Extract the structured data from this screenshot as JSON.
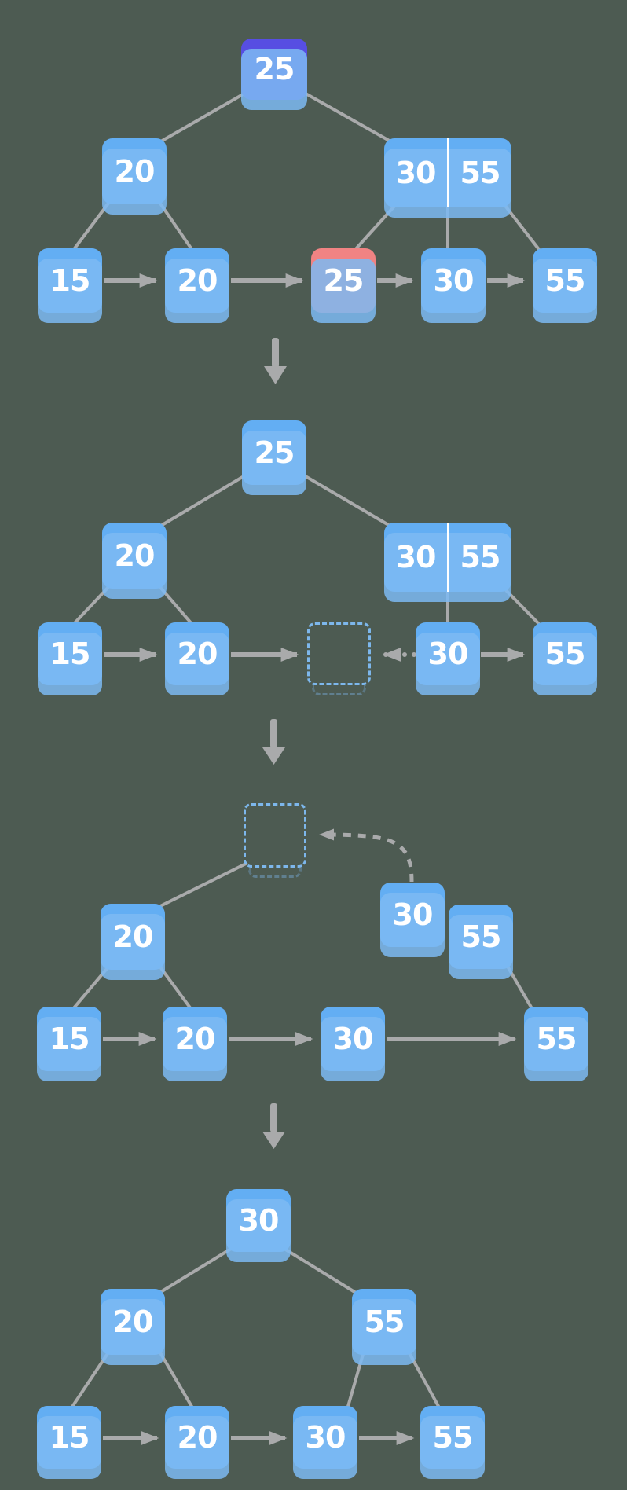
{
  "diagram": {
    "description": "B+ tree key deletion steps",
    "step_count": 4,
    "stages": [
      {
        "name": "step-1-key-to-delete-highlighted",
        "root": "25",
        "internal_left": "20",
        "internal_right": [
          "30",
          "55"
        ],
        "leaves": [
          "15",
          "20",
          "25",
          "30",
          "55"
        ],
        "highlighted_leaf": "25"
      },
      {
        "name": "step-2-leaf-removed",
        "root": "25",
        "internal_left": "20",
        "internal_right": [
          "30",
          "55"
        ],
        "leaves": [
          "15",
          "20",
          "30",
          "55"
        ]
      },
      {
        "name": "step-3-separator-moves-up",
        "internal_left": "20",
        "floating": [
          "30",
          "55"
        ],
        "leaves": [
          "15",
          "20",
          "30",
          "55"
        ]
      },
      {
        "name": "step-4-final-tree",
        "root": "30",
        "internal_left": "20",
        "internal_right_single": "55",
        "leaves": [
          "15",
          "20",
          "30",
          "55"
        ]
      }
    ],
    "colors": {
      "background": "#4d5b52",
      "node_blue": "#63aef3",
      "node_purple": "#574ee2",
      "node_red": "#f08383",
      "edge_gray": "#a9aaab",
      "ghost_border": "#7db7ec",
      "text": "#ffffff"
    }
  }
}
